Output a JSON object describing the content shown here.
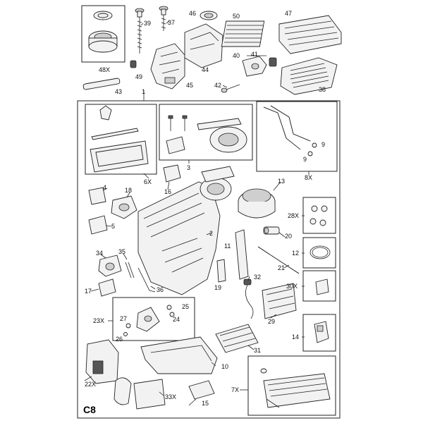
{
  "diagram": {
    "page_code": "C8",
    "labels": {
      "l1": "1",
      "l2": "2",
      "l3": "3",
      "l4": "4",
      "l5": "5",
      "l6x": "6X",
      "l7x": "7X",
      "l8x": "8X",
      "l9a": "9",
      "l9b": "9",
      "l10": "10",
      "l11": "11",
      "l12": "12",
      "l13": "13",
      "l14": "14",
      "l15": "15",
      "l16": "16",
      "l17": "17",
      "l18": "18",
      "l19": "19",
      "l20": "20",
      "l21": "21",
      "l22x": "22X",
      "l23x": "23X",
      "l24": "24",
      "l25": "25",
      "l26": "26",
      "l27": "27",
      "l28x": "28X",
      "l29": "29",
      "l30x": "30X",
      "l31": "31",
      "l32": "32",
      "l33x": "33X",
      "l34": "34",
      "l35": "35",
      "l36": "36",
      "l37": "37",
      "l38": "38",
      "l39": "39",
      "l40": "40",
      "l41": "41",
      "l42": "42",
      "l43": "43",
      "l44": "44",
      "l45": "45",
      "l46": "46",
      "l47": "47",
      "l48x": "48X",
      "l49": "49",
      "l50": "50"
    }
  }
}
